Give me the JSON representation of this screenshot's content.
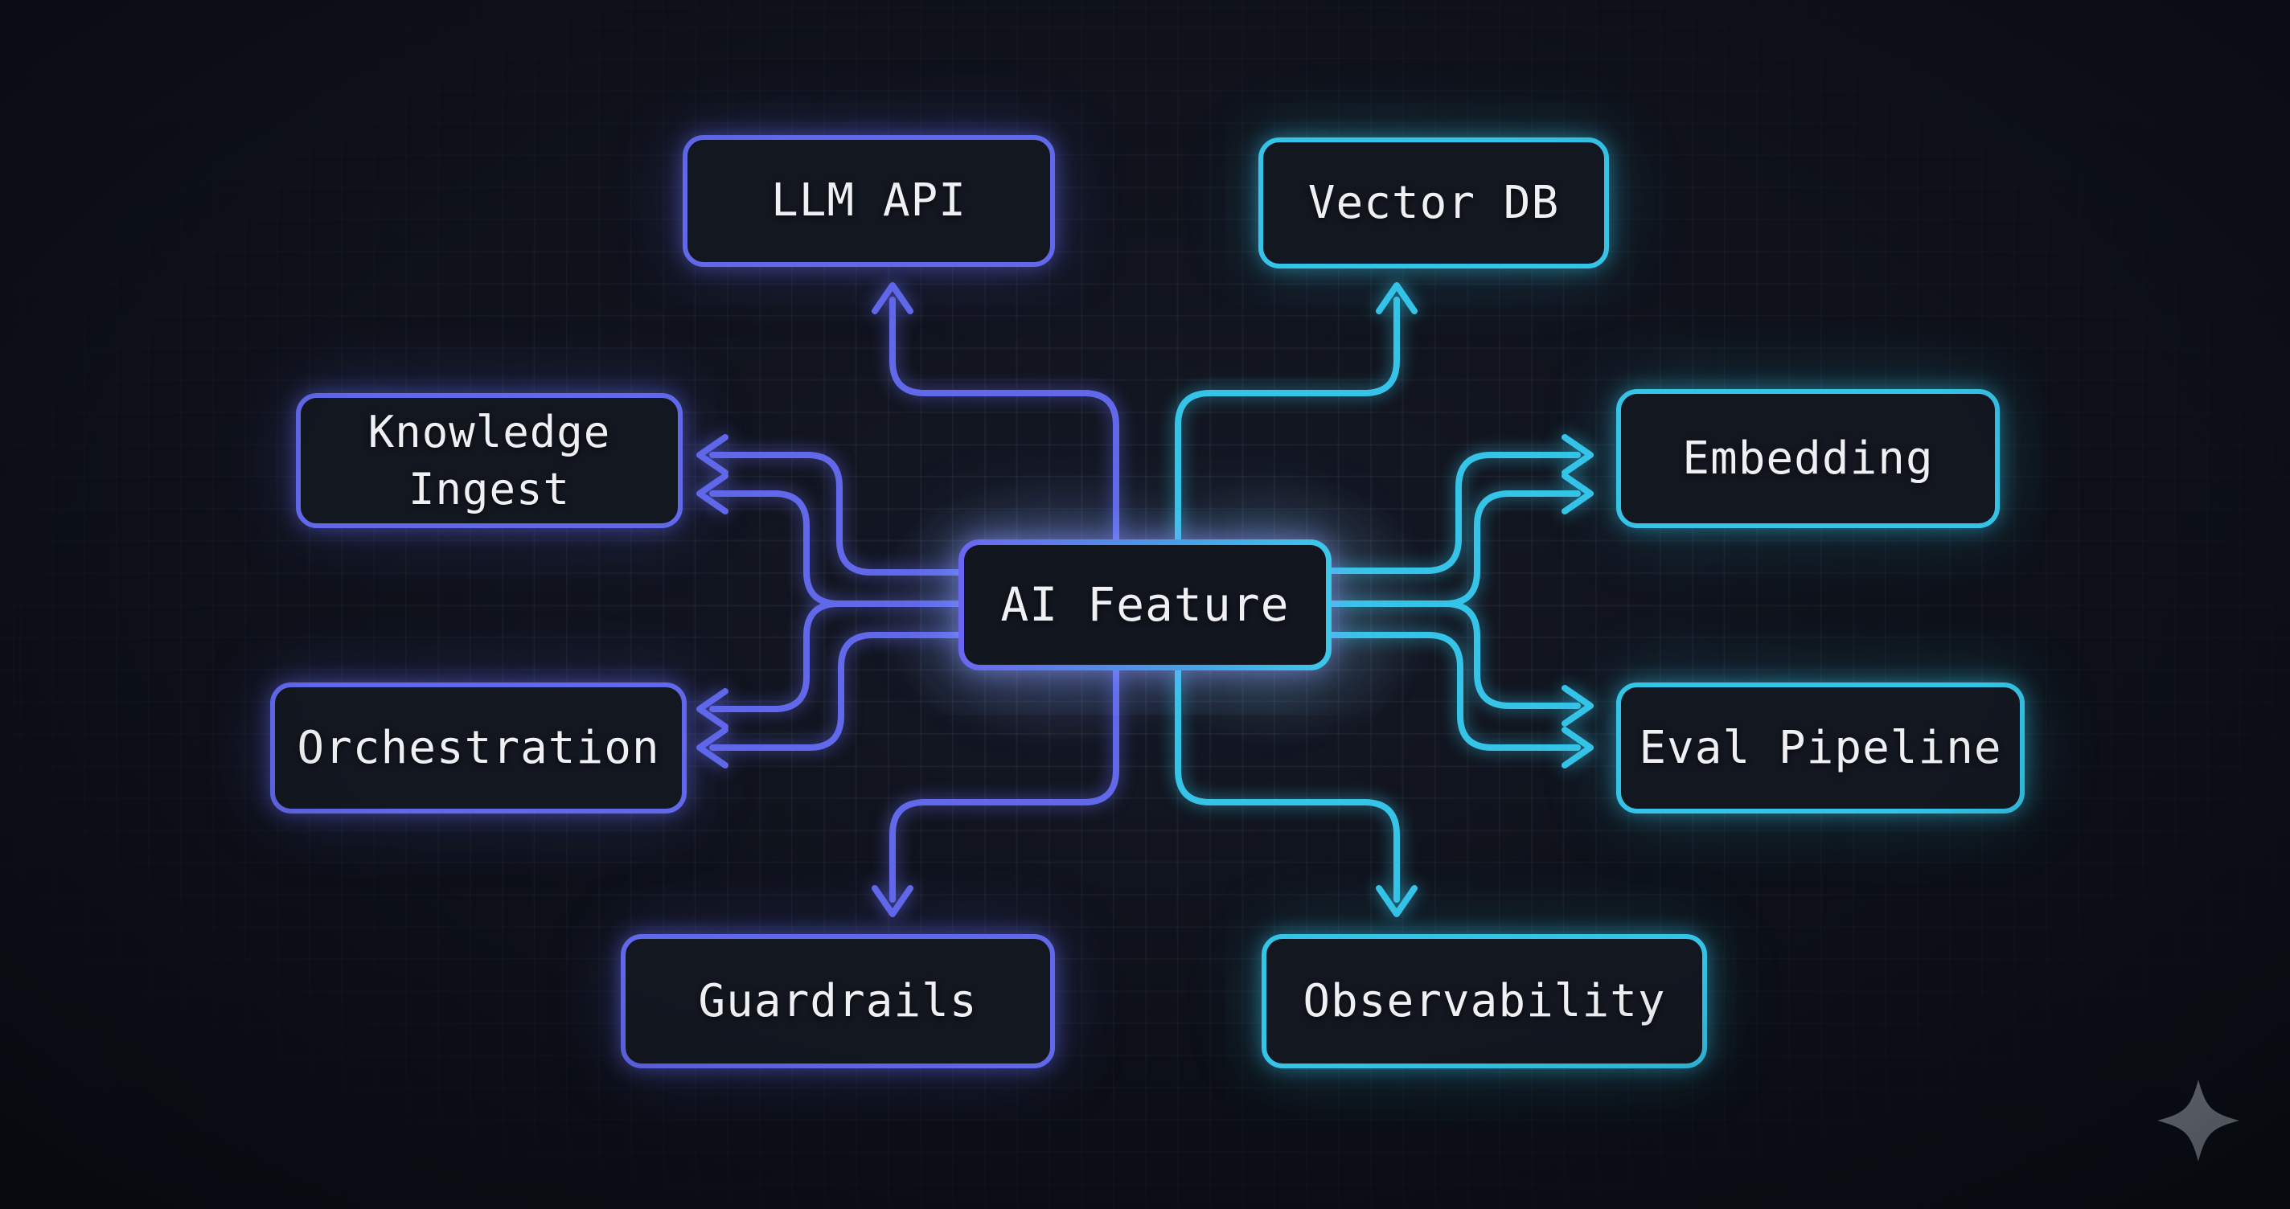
{
  "diagram": {
    "center_node": {
      "label": "AI Feature"
    },
    "nodes": {
      "llm_api": {
        "label": "LLM API",
        "color": "purple"
      },
      "vector_db": {
        "label": "Vector DB",
        "color": "cyan"
      },
      "knowledge_ingest": {
        "label": "Knowledge Ingest",
        "color": "purple"
      },
      "embedding": {
        "label": "Embedding",
        "color": "cyan"
      },
      "orchestration": {
        "label": "Orchestration",
        "color": "purple"
      },
      "eval_pipeline": {
        "label": "Eval Pipeline",
        "color": "cyan"
      },
      "guardrails": {
        "label": "Guardrails",
        "color": "purple"
      },
      "observability": {
        "label": "Observability",
        "color": "cyan"
      }
    },
    "edges": [
      {
        "from": "AI Feature",
        "to": "LLM API",
        "arrows": 1,
        "direction": "up"
      },
      {
        "from": "AI Feature",
        "to": "Vector DB",
        "arrows": 1,
        "direction": "up"
      },
      {
        "from": "AI Feature",
        "to": "Knowledge Ingest",
        "arrows": 2,
        "direction": "left"
      },
      {
        "from": "AI Feature",
        "to": "Embedding",
        "arrows": 2,
        "direction": "right"
      },
      {
        "from": "AI Feature",
        "to": "Orchestration",
        "arrows": 2,
        "direction": "left"
      },
      {
        "from": "AI Feature",
        "to": "Eval Pipeline",
        "arrows": 2,
        "direction": "right"
      },
      {
        "from": "AI Feature",
        "to": "Guardrails",
        "arrows": 1,
        "direction": "down"
      },
      {
        "from": "AI Feature",
        "to": "Observability",
        "arrows": 1,
        "direction": "down"
      }
    ],
    "colors": {
      "purple": "#6168ea",
      "cyan": "#35c4e8",
      "background": "#0e1119",
      "node_fill": "#131720",
      "text": "#eef0f3",
      "grid_line": "#39404f",
      "sparkle": "#8e949e"
    },
    "watermark": {
      "icon": "four-point-sparkle"
    }
  }
}
